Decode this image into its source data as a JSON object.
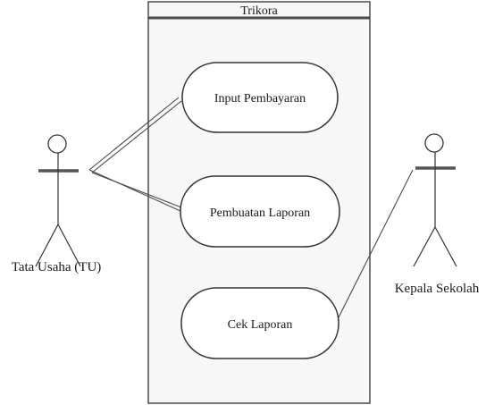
{
  "system": {
    "title": "Trikora"
  },
  "use_cases": [
    {
      "label": "Input Pembayaran"
    },
    {
      "label": "Pembuatan Laporan"
    },
    {
      "label": "Cek Laporan"
    }
  ],
  "actors": [
    {
      "label": "Tata Usaha (TU)"
    },
    {
      "label": "Kepala Sekolah"
    }
  ],
  "colors": {
    "line": "#4a4a4a",
    "boundary_bg": "#f7f7f7",
    "use_case_bg": "#ffffff",
    "text": "#1a1a1a"
  }
}
